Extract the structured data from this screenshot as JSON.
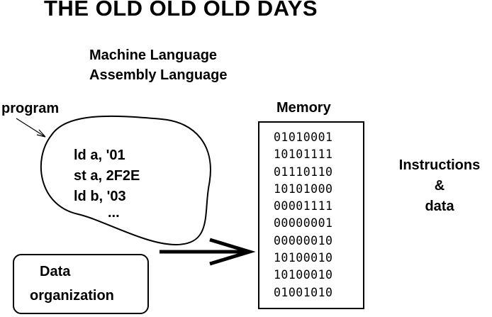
{
  "title": "THE OLD OLD OLD DAYS",
  "languages": [
    "Machine Language",
    "Assembly Language"
  ],
  "program": {
    "label": "program",
    "code_lines": [
      "ld a, '01",
      "st a, 2F2E",
      "ld b, '03",
      "..."
    ]
  },
  "memory": {
    "label": "Memory",
    "words": [
      "01010001",
      "10101111",
      "01110110",
      "10101000",
      "00001111",
      "00000001",
      "00000010",
      "10100010",
      "10100010",
      "01001010"
    ]
  },
  "data_organization": {
    "line1": "Data",
    "line2": "organization"
  },
  "side_label": {
    "line1": "Instructions",
    "line2": "&",
    "line3": "data"
  }
}
